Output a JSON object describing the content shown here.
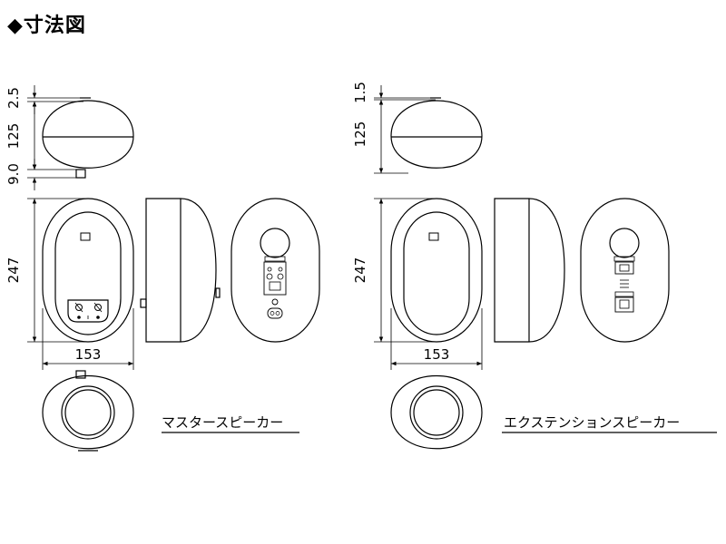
{
  "title": "◆寸法図",
  "master": {
    "label": "マスタースピーカー",
    "dims": {
      "top_gap": "2.5",
      "top_height": "125",
      "bottom_gap": "9.0",
      "height": "247",
      "width": "153"
    }
  },
  "extension": {
    "label": "エクステンションスピーカー",
    "dims": {
      "top_gap": "1.5",
      "top_height": "125",
      "height": "247",
      "width": "153"
    }
  }
}
